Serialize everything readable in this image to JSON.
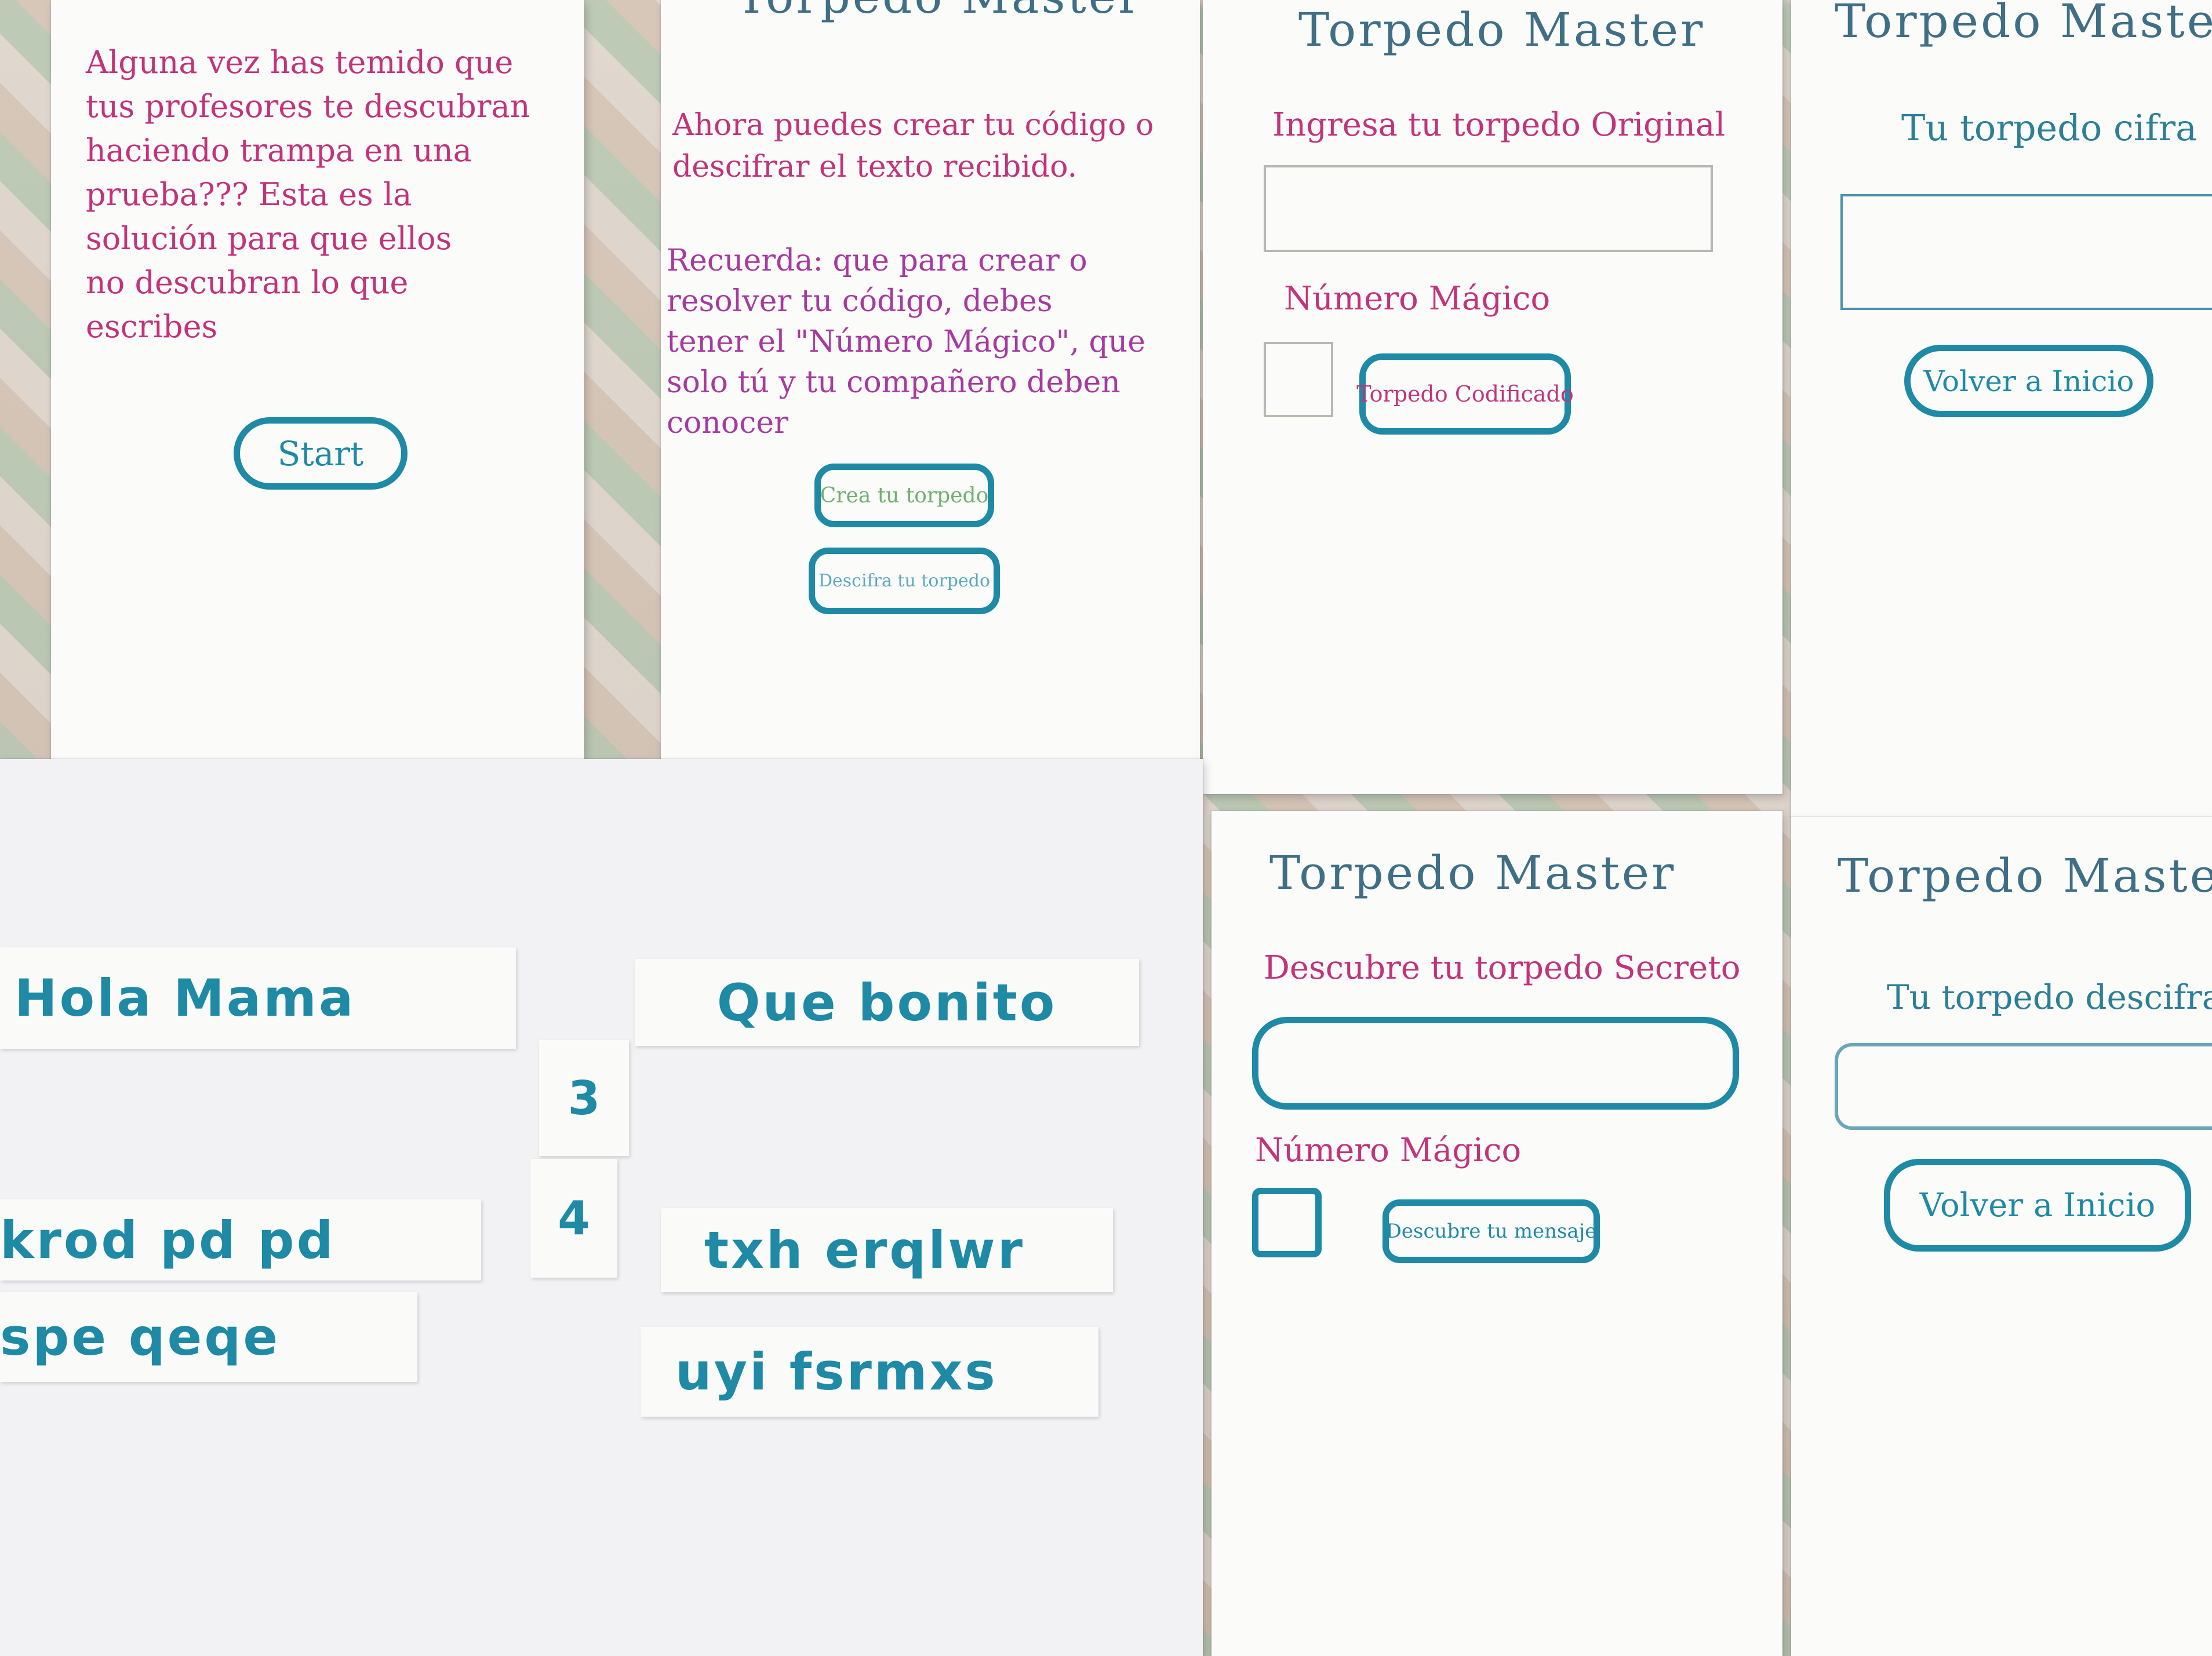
{
  "screen1": {
    "intro_lines": [
      "Alguna vez has temido que",
      "tus profesores te descubran",
      "haciendo trampa en una",
      "prueba??? Esta es la",
      "solución para que ellos",
      "no descubran lo que",
      "escribes"
    ],
    "start_label": "Start"
  },
  "screen2": {
    "title": "Torpedo Master",
    "intro_lines": [
      "Ahora puedes crear tu código o",
      "descifrar el texto recibido."
    ],
    "reminder_lines": [
      "Recuerda: que para crear o",
      "resolver tu código, debes",
      "tener el \"Número Mágico\", que",
      "solo tú y tu compañero deben",
      "conocer"
    ],
    "create_label": "Crea tu torpedo",
    "decode_label": "Descifra tu torpedo"
  },
  "screen3": {
    "title": "Torpedo Master",
    "original_label": "Ingresa tu torpedo Original",
    "magic_label": "Número Mágico",
    "encode_label": "Torpedo Codificado"
  },
  "screen4": {
    "title": "Torpedo Master",
    "result_label": "Tu torpedo cifra",
    "back_label": "Volver a Inicio"
  },
  "screen5": {
    "strips_left": [
      "Hola Mama",
      "krod pd pd",
      "spe qeqe"
    ],
    "numbers": [
      "3",
      "4"
    ],
    "strips_right": [
      "Que bonito",
      "txh erqlwr",
      "uyi fsrmxs"
    ]
  },
  "screen6": {
    "title": "Torpedo Master",
    "secret_label": "Descubre tu torpedo Secreto",
    "magic_label": "Número Mágico",
    "reveal_label": "Descubre tu mensaje"
  },
  "screen7": {
    "title": "Torpedo Master",
    "result_label": "Tu torpedo descifra",
    "back_label": "Volver a Inicio"
  }
}
